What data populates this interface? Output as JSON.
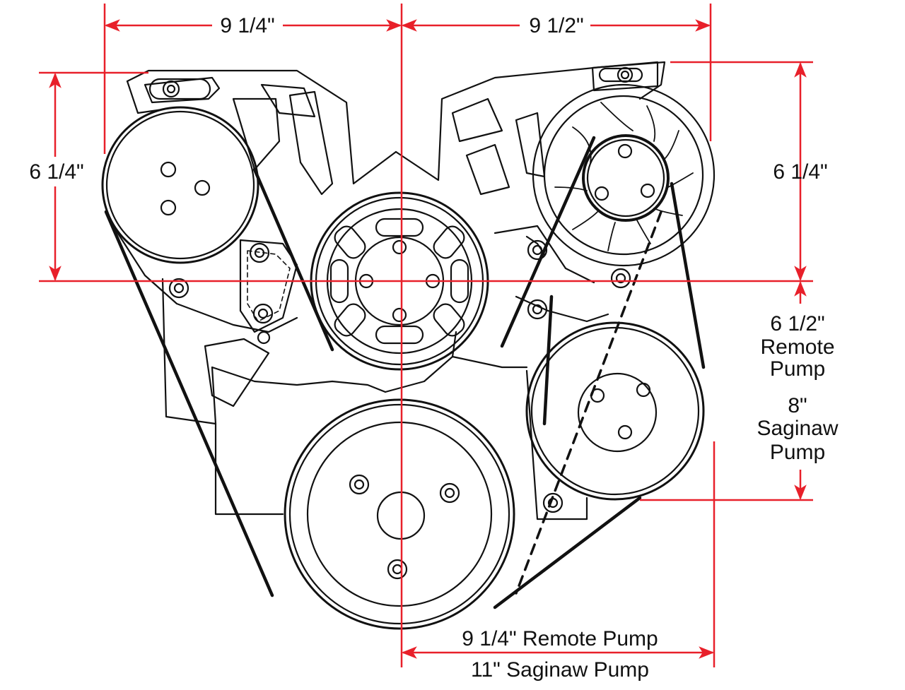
{
  "dimensions": {
    "top_left": "9 1/4\"",
    "top_right": "9 1/2\"",
    "left_height": "6 1/4\"",
    "right_height": "6 1/4\"",
    "remote_pump_drop": {
      "value": "6 1/2\"",
      "line2": "Remote",
      "line3": "Pump"
    },
    "saginaw_pump_drop": {
      "value": "8\"",
      "line2": "Saginaw",
      "line3": "Pump"
    },
    "bottom_line1": "9 1/4\" Remote Pump",
    "bottom_line2": "11\" Saginaw Pump"
  },
  "colors": {
    "dimension_line": "#e8202a",
    "line_art": "#111111",
    "background": "#ffffff"
  }
}
